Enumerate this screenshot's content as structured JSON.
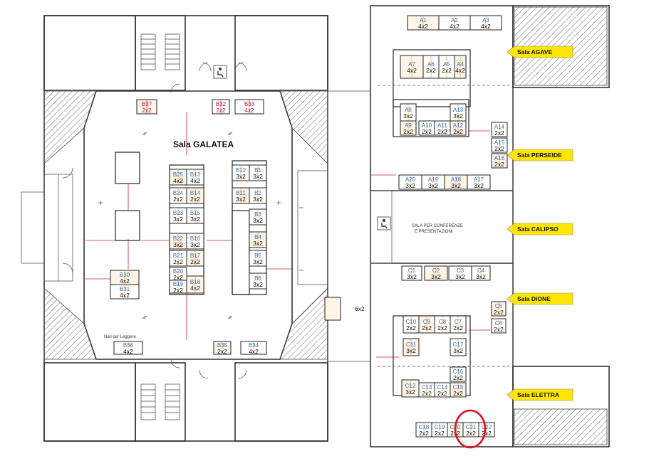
{
  "hall_title": "Sala GALATEA",
  "center_label": "6x2",
  "conference_label": [
    "SALA PER CONFERENZE",
    "E PRESENTAZIONI"
  ],
  "side_tags": [
    {
      "id": "agave",
      "label": "Sala AGAVE"
    },
    {
      "id": "perseide",
      "label": "Sala PERSEIDE"
    },
    {
      "id": "calipso",
      "label": "Sala CALIPSO"
    },
    {
      "id": "dione",
      "label": "Sala DIONE"
    },
    {
      "id": "elettra",
      "label": "Sala ELETTRA"
    }
  ],
  "note_label": "Nati per Leggere",
  "colors": {
    "highlight": "#e0101e",
    "tag": "#ffe600",
    "code_blue": "#2f6fbf",
    "code_red": "#c0142b"
  },
  "booths": [
    {
      "code": "A1",
      "size": "4x2"
    },
    {
      "code": "A2",
      "size": "4x2"
    },
    {
      "code": "A3",
      "size": "4x2"
    },
    {
      "code": "A7",
      "size": "4x2"
    },
    {
      "code": "A6",
      "size": "2x2"
    },
    {
      "code": "A5",
      "size": "2x2"
    },
    {
      "code": "A4",
      "size": "4x2"
    },
    {
      "code": "A8",
      "size": "3x2"
    },
    {
      "code": "A13",
      "size": "3x2"
    },
    {
      "code": "A9",
      "size": "2x2"
    },
    {
      "code": "A10",
      "size": "2x2"
    },
    {
      "code": "A11",
      "size": "2x2"
    },
    {
      "code": "A12",
      "size": "2x2"
    },
    {
      "code": "A14",
      "size": "2x2"
    },
    {
      "code": "A15",
      "size": "2x2"
    },
    {
      "code": "A16",
      "size": "2x2"
    },
    {
      "code": "A20",
      "size": "3x2"
    },
    {
      "code": "A19",
      "size": "3x2"
    },
    {
      "code": "A18",
      "size": "3x2"
    },
    {
      "code": "A17",
      "size": "3x2"
    },
    {
      "code": "C1",
      "size": "3x2"
    },
    {
      "code": "C2",
      "size": "3x2"
    },
    {
      "code": "C3",
      "size": "3x2"
    },
    {
      "code": "C4",
      "size": "3x2"
    },
    {
      "code": "C5",
      "size": "2x2"
    },
    {
      "code": "C6",
      "size": "2x2"
    },
    {
      "code": "C10",
      "size": "2x2"
    },
    {
      "code": "C9",
      "size": "2x2"
    },
    {
      "code": "C8",
      "size": "2x2"
    },
    {
      "code": "C7",
      "size": "2x2"
    },
    {
      "code": "C11",
      "size": "3x2"
    },
    {
      "code": "C17",
      "size": "3x2"
    },
    {
      "code": "C16",
      "size": "2x2"
    },
    {
      "code": "C12",
      "size": "3x2"
    },
    {
      "code": "C13",
      "size": "2x2"
    },
    {
      "code": "C14",
      "size": "2x2"
    },
    {
      "code": "C15",
      "size": "2x2"
    },
    {
      "code": "C18",
      "size": "2x2"
    },
    {
      "code": "C19",
      "size": "2x2"
    },
    {
      "code": "C20",
      "size": "2x2"
    },
    {
      "code": "C21",
      "size": "2x2"
    },
    {
      "code": "C22",
      "size": "2x2"
    },
    {
      "code": "B37",
      "size": "2x2"
    },
    {
      "code": "B32",
      "size": "2x2"
    },
    {
      "code": "B33",
      "size": "4x2"
    },
    {
      "code": "B25",
      "size": "4x2"
    },
    {
      "code": "B13",
      "size": "4x2"
    },
    {
      "code": "B24",
      "size": "2x2"
    },
    {
      "code": "B14",
      "size": "2x2"
    },
    {
      "code": "B23",
      "size": "3x2"
    },
    {
      "code": "B15",
      "size": "3x2"
    },
    {
      "code": "B22",
      "size": "3x2"
    },
    {
      "code": "B16",
      "size": "3x2"
    },
    {
      "code": "B21",
      "size": "2x2"
    },
    {
      "code": "B17",
      "size": "2x2"
    },
    {
      "code": "B20",
      "size": "2x2"
    },
    {
      "code": "B19",
      "size": "2x2"
    },
    {
      "code": "B18",
      "size": "4x2"
    },
    {
      "code": "B12",
      "size": "3x2"
    },
    {
      "code": "B1",
      "size": "3x2"
    },
    {
      "code": "B11",
      "size": "3x2"
    },
    {
      "code": "B2",
      "size": "3x2"
    },
    {
      "code": "B3",
      "size": "3x2"
    },
    {
      "code": "B4",
      "size": "3x2"
    },
    {
      "code": "B5",
      "size": "3x2"
    },
    {
      "code": "B6",
      "size": "3x2"
    },
    {
      "code": "B30",
      "size": "4x2"
    },
    {
      "code": "B31",
      "size": "4x2"
    },
    {
      "code": "B36",
      "size": "4x2"
    },
    {
      "code": "B35",
      "size": "2x2"
    },
    {
      "code": "B34",
      "size": "4x2"
    }
  ]
}
